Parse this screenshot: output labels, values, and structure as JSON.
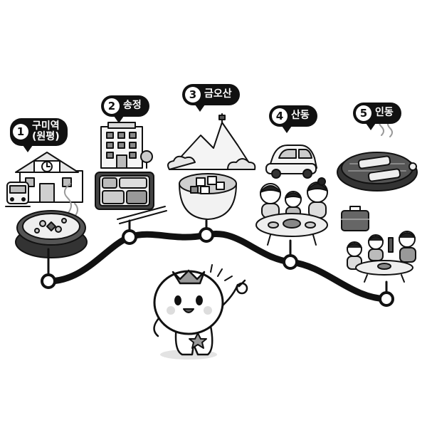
{
  "stops": [
    {
      "number": "1",
      "name": "구미역",
      "sub": "(원평)"
    },
    {
      "number": "2",
      "name": "송정",
      "sub": ""
    },
    {
      "number": "3",
      "name": "금오산",
      "sub": ""
    },
    {
      "number": "4",
      "name": "산동",
      "sub": ""
    },
    {
      "number": "5",
      "name": "인동",
      "sub": ""
    }
  ]
}
